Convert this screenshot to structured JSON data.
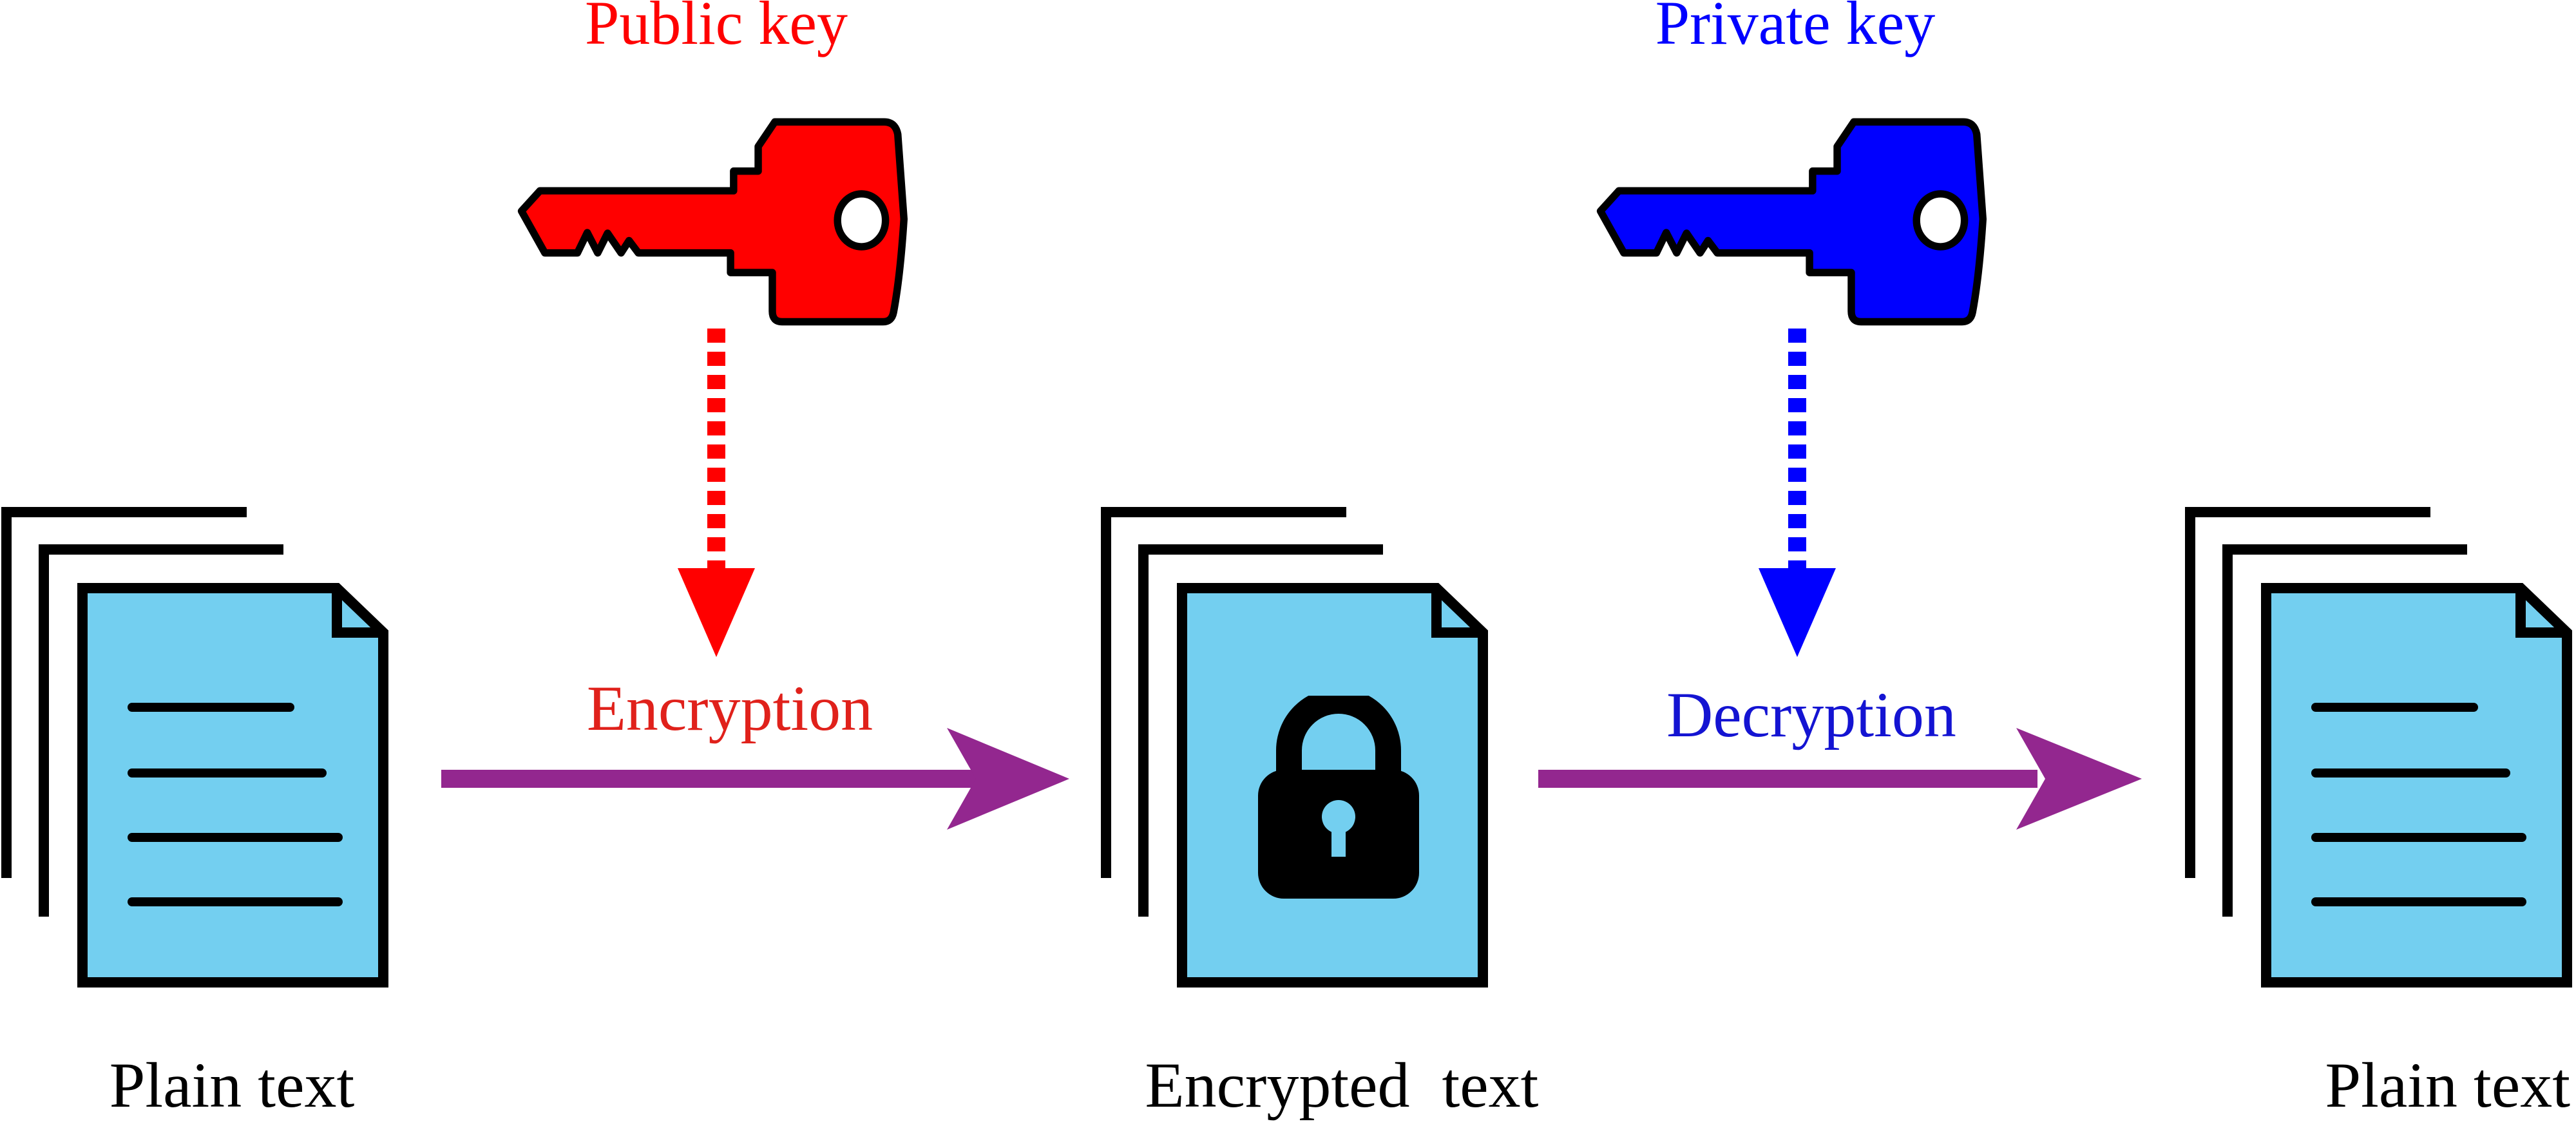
{
  "labels": {
    "public_key": "Public key",
    "private_key": "Private key",
    "encryption": "Encryption",
    "decryption": "Decryption",
    "plain_text_left": "Plain text",
    "encrypted_text": "Encrypted  text",
    "plain_text_right": "Plain text"
  },
  "colors": {
    "public_key": "#ff0000",
    "private_key": "#0000ff",
    "encryption_label": "#e0211b",
    "decryption_label": "#1414d2",
    "flow_arrow": "#93278f",
    "document_fill": "#73cff0",
    "outline": "#000000"
  },
  "icons": [
    "document-stack-icon",
    "key-icon",
    "padlock-icon"
  ]
}
